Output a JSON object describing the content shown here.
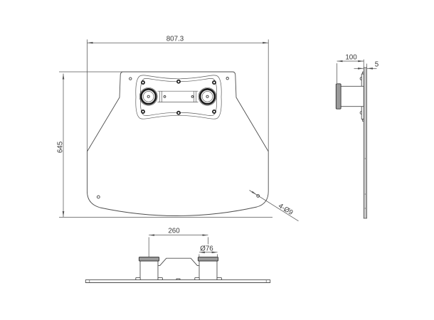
{
  "drawing": {
    "background_color": "#ffffff",
    "line_color": "#4d4d4d",
    "text_color": "#3a3a3a",
    "accent_fill_color": "#9a9a9a",
    "dimensions": {
      "front_width": "807.3",
      "front_height": "645",
      "hole_callout": "4-Ø9",
      "side_depth": "100",
      "side_thickness": "5",
      "pole_spacing": "260",
      "pole_diameter": "Ø76"
    }
  }
}
